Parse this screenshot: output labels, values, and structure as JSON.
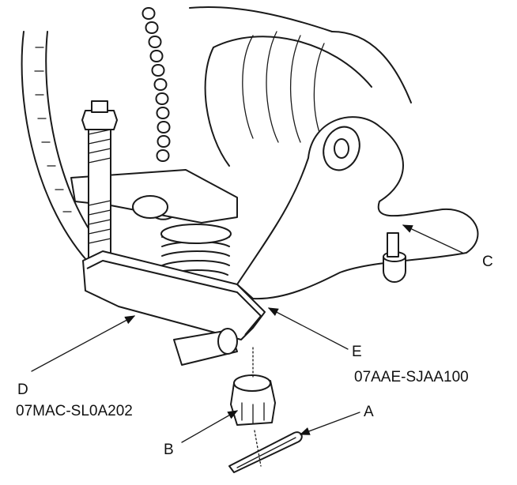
{
  "labels": {
    "a": "A",
    "b": "B",
    "c": "C",
    "d": "D",
    "d_part": "07MAC-SL0A202",
    "e": "E",
    "e_part": "07AAE-SJAA100"
  }
}
